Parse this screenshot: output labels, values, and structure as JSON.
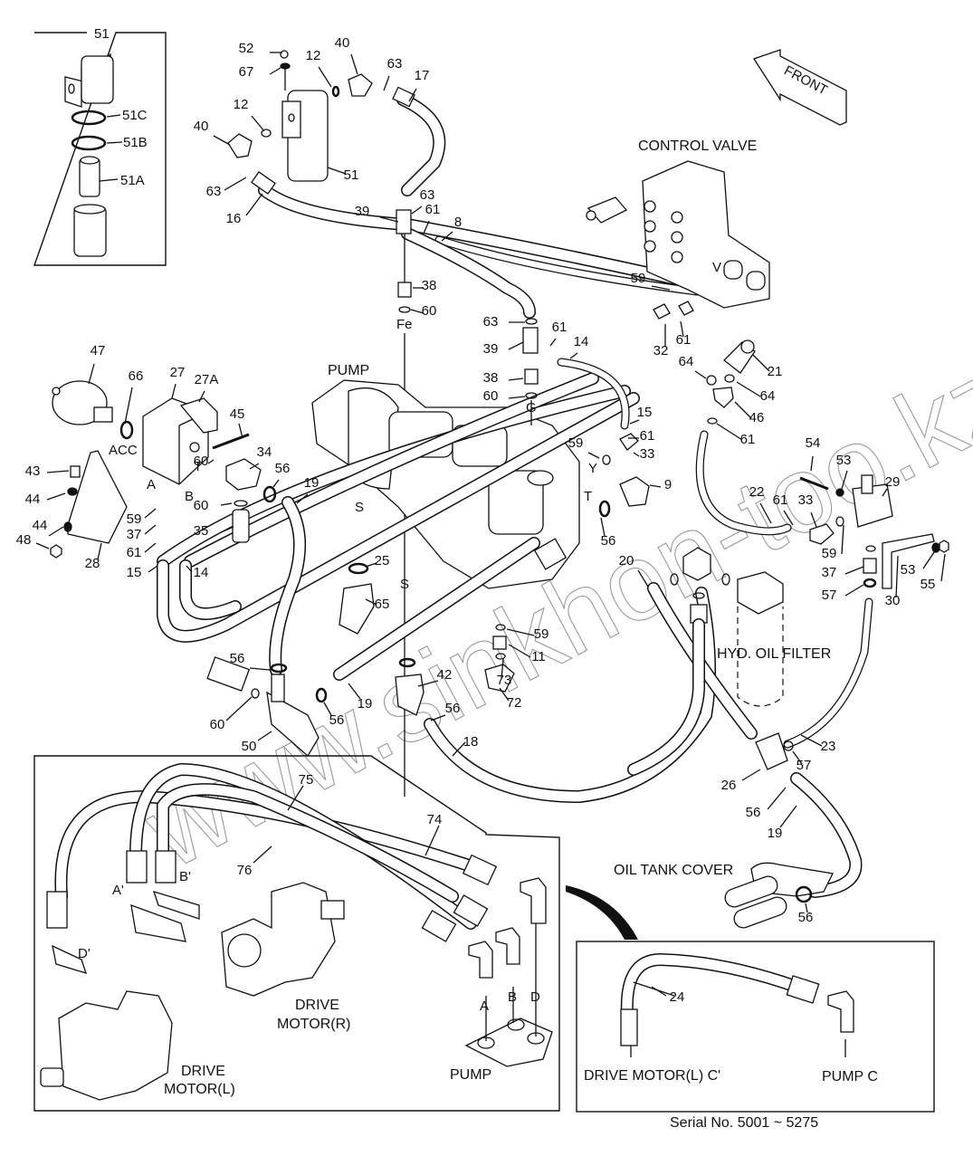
{
  "diagram": {
    "title_arrow": "FRONT",
    "captions": {
      "control_valve": "CONTROL VALVE",
      "pump_main": "PUMP",
      "hyd_oil_filter": "HYD. OIL FILTER",
      "oil_tank_cover": "OIL TANK COVER",
      "drive_motor_r": [
        "DRIVE",
        "MOTOR(R)"
      ],
      "drive_motor_l": [
        "DRIVE",
        "MOTOR(L)"
      ],
      "pump_inset": "PUMP",
      "drive_motor_l_c": "DRIVE MOTOR(L) C'",
      "pump_c": "PUMP C",
      "acc": "ACC"
    },
    "port_letters": {
      "fe": "Fe",
      "g": "G",
      "s1": "S",
      "s2": "S",
      "y": "Y",
      "t_pump": "T",
      "t_block": "T",
      "a_block": "A",
      "b_block": "B",
      "v": "V",
      "a_prime": "A'",
      "b_prime": "B'",
      "d_prime": "D'",
      "a_pump": "A",
      "b_pump": "B",
      "d_pump": "D"
    },
    "filter_kit_box": {
      "title": "51",
      "items": [
        "51C",
        "51B",
        "51A"
      ]
    },
    "part_labels": [
      {
        "id": "p52",
        "text": "52"
      },
      {
        "id": "p67",
        "text": "67"
      },
      {
        "id": "p40a",
        "text": "40"
      },
      {
        "id": "p12a",
        "text": "12"
      },
      {
        "id": "p63a",
        "text": "63"
      },
      {
        "id": "p17",
        "text": "17"
      },
      {
        "id": "p12b",
        "text": "12"
      },
      {
        "id": "p40b",
        "text": "40"
      },
      {
        "id": "p51",
        "text": "51"
      },
      {
        "id": "p63b",
        "text": "63"
      },
      {
        "id": "p16",
        "text": "16"
      },
      {
        "id": "p63c",
        "text": "63"
      },
      {
        "id": "p39a",
        "text": "39"
      },
      {
        "id": "p61a",
        "text": "61"
      },
      {
        "id": "p8",
        "text": "8"
      },
      {
        "id": "p38a",
        "text": "38"
      },
      {
        "id": "p60a",
        "text": "60"
      },
      {
        "id": "p59a",
        "text": "59"
      },
      {
        "id": "p32",
        "text": "32"
      },
      {
        "id": "p61b",
        "text": "61"
      },
      {
        "id": "p63d",
        "text": "63"
      },
      {
        "id": "p39b",
        "text": "39"
      },
      {
        "id": "p61c",
        "text": "61"
      },
      {
        "id": "p14a",
        "text": "14"
      },
      {
        "id": "p38b",
        "text": "38"
      },
      {
        "id": "p60b",
        "text": "60"
      },
      {
        "id": "p21",
        "text": "21"
      },
      {
        "id": "p64a",
        "text": "64"
      },
      {
        "id": "p64b",
        "text": "64"
      },
      {
        "id": "p46",
        "text": "46"
      },
      {
        "id": "p61d",
        "text": "61"
      },
      {
        "id": "p15a",
        "text": "15"
      },
      {
        "id": "p61e",
        "text": "61"
      },
      {
        "id": "p33a",
        "text": "33"
      },
      {
        "id": "p59b",
        "text": "59"
      },
      {
        "id": "p9",
        "text": "9"
      },
      {
        "id": "p56a",
        "text": "56"
      },
      {
        "id": "p47",
        "text": "47"
      },
      {
        "id": "p66",
        "text": "66"
      },
      {
        "id": "p27",
        "text": "27"
      },
      {
        "id": "p27a",
        "text": "27A"
      },
      {
        "id": "p45",
        "text": "45"
      },
      {
        "id": "p34",
        "text": "34"
      },
      {
        "id": "p56b",
        "text": "56"
      },
      {
        "id": "p19a",
        "text": "19"
      },
      {
        "id": "p43",
        "text": "43"
      },
      {
        "id": "p44a",
        "text": "44"
      },
      {
        "id": "p44b",
        "text": "44"
      },
      {
        "id": "p48",
        "text": "48"
      },
      {
        "id": "p28",
        "text": "28"
      },
      {
        "id": "p59c",
        "text": "59"
      },
      {
        "id": "p37a",
        "text": "37"
      },
      {
        "id": "p61f",
        "text": "61"
      },
      {
        "id": "p15b",
        "text": "15"
      },
      {
        "id": "p14b",
        "text": "14"
      },
      {
        "id": "p60c",
        "text": "60"
      },
      {
        "id": "p60d",
        "text": "60"
      },
      {
        "id": "p35",
        "text": "35"
      },
      {
        "id": "p25",
        "text": "25"
      },
      {
        "id": "p65",
        "text": "65"
      },
      {
        "id": "p56c",
        "text": "56"
      },
      {
        "id": "p60e",
        "text": "60"
      },
      {
        "id": "p50",
        "text": "50"
      },
      {
        "id": "p56d",
        "text": "56"
      },
      {
        "id": "p19b",
        "text": "19"
      },
      {
        "id": "p42",
        "text": "42"
      },
      {
        "id": "p56e",
        "text": "56"
      },
      {
        "id": "p18",
        "text": "18"
      },
      {
        "id": "p59d",
        "text": "59"
      },
      {
        "id": "p11",
        "text": "11"
      },
      {
        "id": "p73",
        "text": "73"
      },
      {
        "id": "p72",
        "text": "72"
      },
      {
        "id": "p20",
        "text": "20"
      },
      {
        "id": "p22",
        "text": "22"
      },
      {
        "id": "p61g",
        "text": "61"
      },
      {
        "id": "p33b",
        "text": "33"
      },
      {
        "id": "p54",
        "text": "54"
      },
      {
        "id": "p53a",
        "text": "53"
      },
      {
        "id": "p29",
        "text": "29"
      },
      {
        "id": "p59e",
        "text": "59"
      },
      {
        "id": "p37b",
        "text": "37"
      },
      {
        "id": "p57a",
        "text": "57"
      },
      {
        "id": "p30",
        "text": "30"
      },
      {
        "id": "p53b",
        "text": "53"
      },
      {
        "id": "p55",
        "text": "55"
      },
      {
        "id": "p23",
        "text": "23"
      },
      {
        "id": "p57b",
        "text": "57"
      },
      {
        "id": "p26",
        "text": "26"
      },
      {
        "id": "p56f",
        "text": "56"
      },
      {
        "id": "p19c",
        "text": "19"
      },
      {
        "id": "p56g",
        "text": "56"
      },
      {
        "id": "p75",
        "text": "75"
      },
      {
        "id": "p74",
        "text": "74"
      },
      {
        "id": "p76",
        "text": "76"
      },
      {
        "id": "p24",
        "text": "24"
      }
    ],
    "watermark": "www.sinkhon-too.kz",
    "serial_note": "Serial No. 5001 ~ 5275"
  }
}
